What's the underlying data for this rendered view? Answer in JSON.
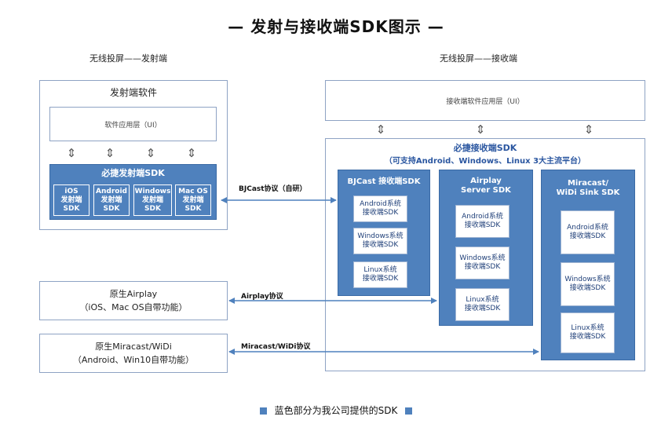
{
  "title": "— 发射与接收端SDK图示 —",
  "sender": {
    "side_label": "无线投屏——发射端",
    "box_title": "发射端软件",
    "app_layer": "软件应用层（UI）",
    "sdk_title": "必捷发射端SDK",
    "sdks": [
      "iOS\n发射端\nSDK",
      "Android\n发射端\nSDK",
      "Windows\n发射端\nSDK",
      "Mac OS\n发射端\nSDK"
    ]
  },
  "receiver": {
    "side_label": "无线投屏——接收端",
    "app_layer": "接收端软件应用层（UI）",
    "sdk_title": "必捷接收端SDK",
    "sdk_subtitle": "（可支持Android、Windows、Linux 3大主流平台）",
    "columns": [
      {
        "title": "BJCast 接收端SDK",
        "items": [
          "Android系统\n接收端SDK",
          "Windows系统\n接收端SDK",
          "Linux系统\n接收端SDK"
        ]
      },
      {
        "title": "Airplay\nServer SDK",
        "items": [
          "Android系统\n接收端SDK",
          "Windows系统\n接收端SDK",
          "Linux系统\n接收端SDK"
        ]
      },
      {
        "title": "Miracast/\nWiDi Sink SDK",
        "items": [
          "Android系统\n接收端SDK",
          "Windows系统\n接收端SDK",
          "Linux系统\n接收端SDK"
        ]
      }
    ]
  },
  "native_airplay": {
    "line1": "原生Airplay",
    "line2": "（iOS、Mac OS自带功能）"
  },
  "native_miracast": {
    "line1": "原生Miracast/WiDi",
    "line2": "（Android、Win10自带功能）"
  },
  "protocols": {
    "bjcast": "BJCast协议（自研）",
    "airplay": "Airplay协议",
    "miracast": "Miracast/WiDi协议"
  },
  "legend": "蓝色部分为我公司提供的SDK"
}
